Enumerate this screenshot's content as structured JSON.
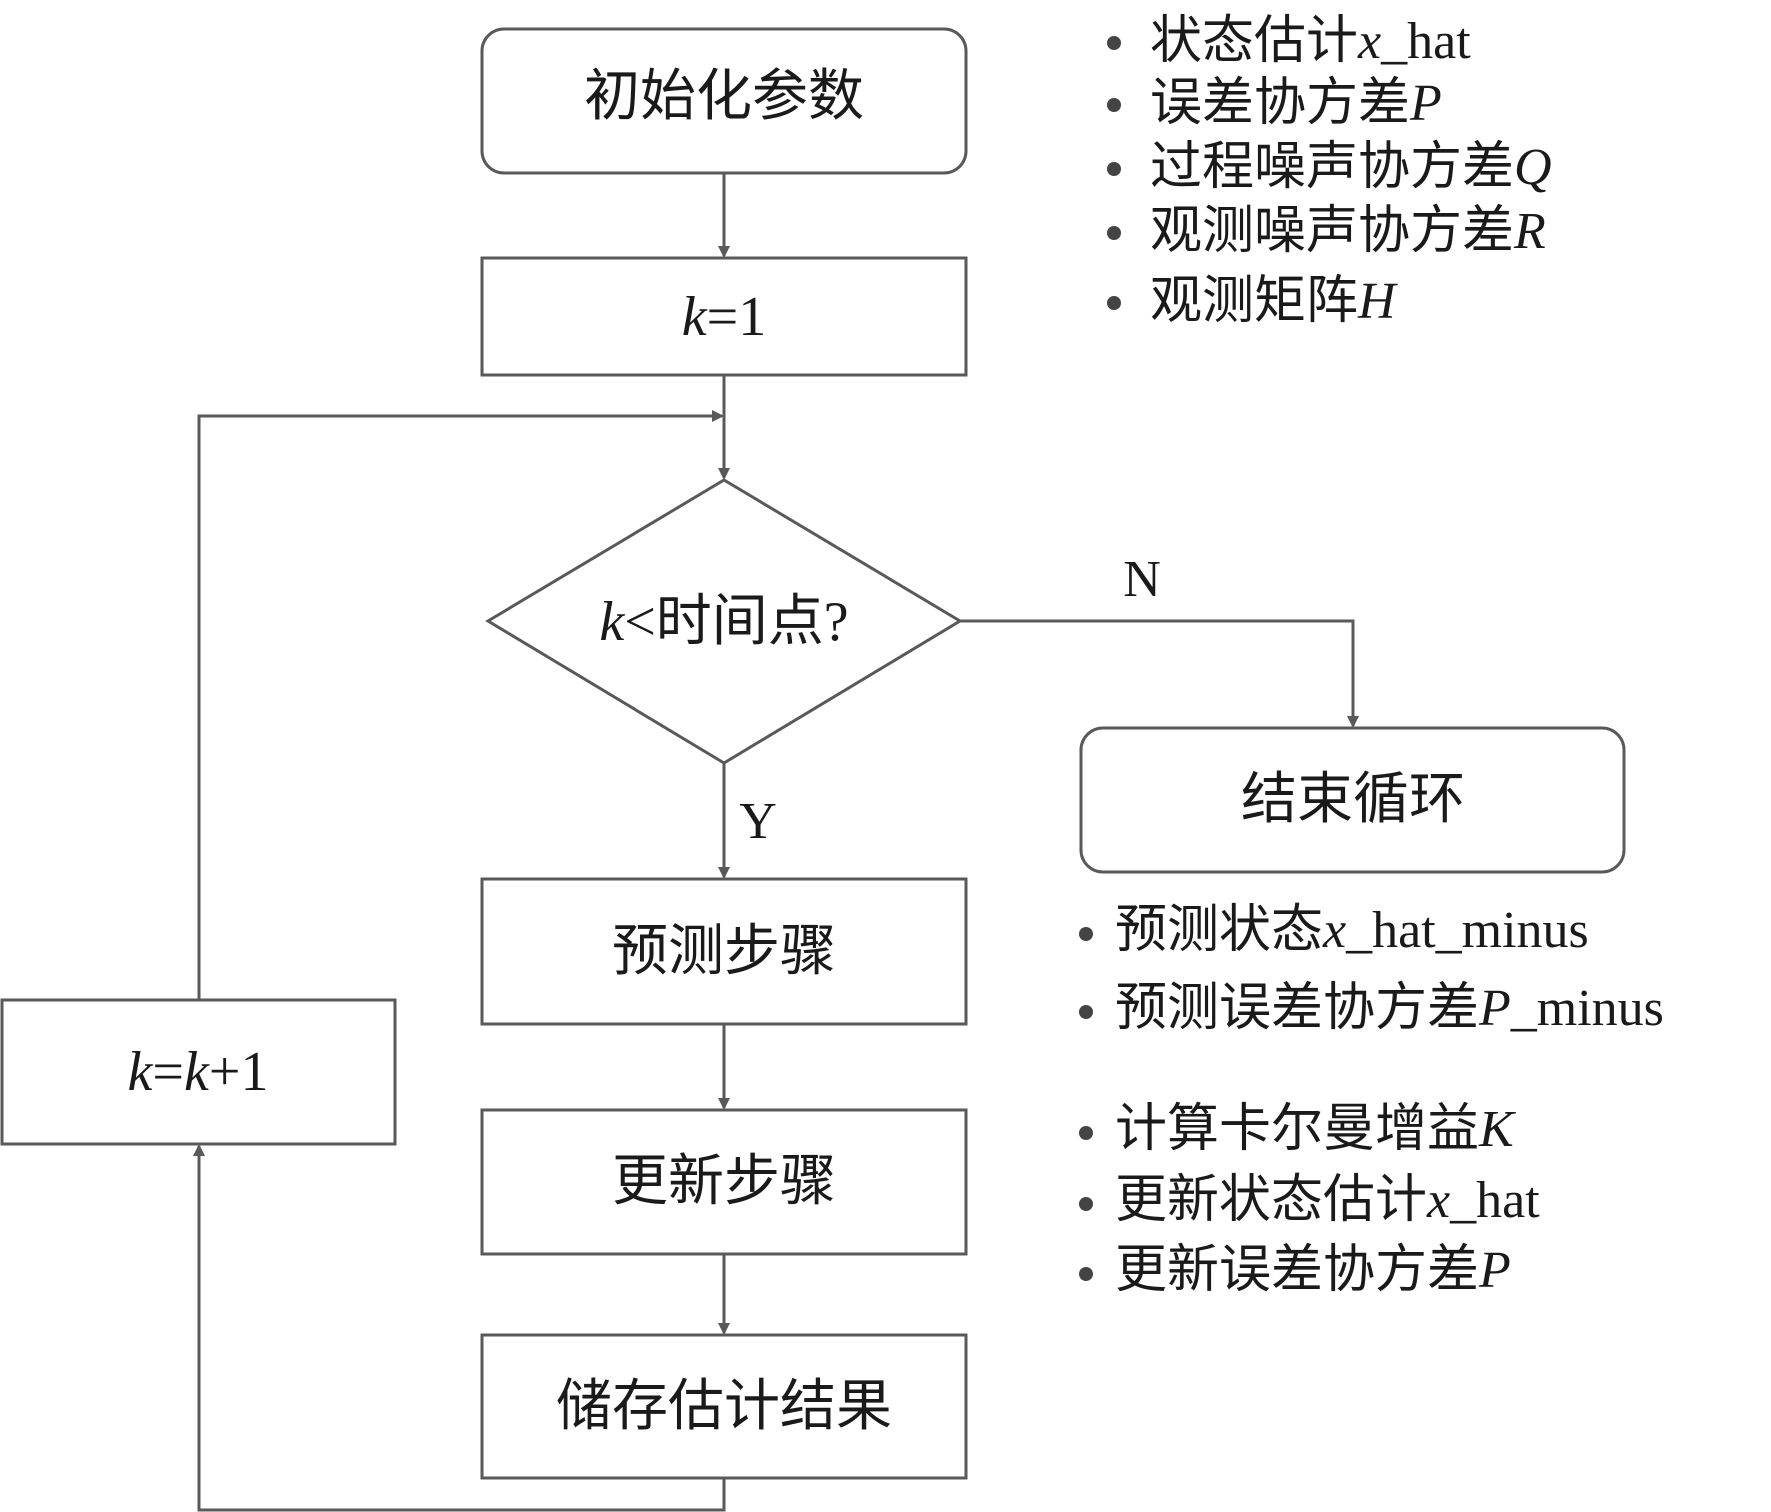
{
  "diagram": {
    "nodes": {
      "init": {
        "label": "初始化参数",
        "shape": "rounded-rect"
      },
      "k_init": {
        "label_var": "k",
        "label_rest": "=1",
        "shape": "rect"
      },
      "decision": {
        "label_var": "k",
        "label_rest": "<时间点?",
        "shape": "diamond"
      },
      "end_loop": {
        "label": "结束循环",
        "shape": "rounded-rect"
      },
      "predict": {
        "label": "预测步骤",
        "shape": "rect"
      },
      "update": {
        "label": "更新步骤",
        "shape": "rect"
      },
      "store": {
        "label": "储存估计结果",
        "shape": "rect"
      },
      "increment": {
        "label_var1": "k",
        "label_eq": "=",
        "label_var2": "k",
        "label_rest": "+1",
        "shape": "rect"
      }
    },
    "edge_labels": {
      "no": "N",
      "yes": "Y"
    },
    "edges": [
      {
        "from": "init",
        "to": "k_init"
      },
      {
        "from": "k_init",
        "to": "decision"
      },
      {
        "from": "decision",
        "to": "end_loop",
        "label": "N"
      },
      {
        "from": "decision",
        "to": "predict",
        "label": "Y"
      },
      {
        "from": "predict",
        "to": "update"
      },
      {
        "from": "update",
        "to": "store"
      },
      {
        "from": "store",
        "to": "increment"
      },
      {
        "from": "increment",
        "to": "decision"
      }
    ],
    "colors": {
      "stroke": "#595959",
      "text": "#1a1a1a",
      "background": "#ffffff"
    }
  },
  "annotations": {
    "init_params": [
      {
        "text": "状态估计",
        "var": "x",
        "suffix": "_hat"
      },
      {
        "text": "误差协方差",
        "var": "P",
        "suffix": ""
      },
      {
        "text": "过程噪声协方差",
        "var": "Q",
        "suffix": ""
      },
      {
        "text": "观测噪声协方差",
        "var": "R",
        "suffix": ""
      },
      {
        "text": "观测矩阵",
        "var": "H",
        "suffix": ""
      }
    ],
    "predict_step": [
      {
        "text": "预测状态",
        "var": "x",
        "suffix": "_hat_minus"
      },
      {
        "text": "预测误差协方差",
        "var": "P",
        "suffix": "_minus"
      }
    ],
    "update_step": [
      {
        "text": "计算卡尔曼增益",
        "var": "K",
        "suffix": ""
      },
      {
        "text": "更新状态估计",
        "var": "x",
        "suffix": "_hat"
      },
      {
        "text": "更新误差协方差",
        "var": "P",
        "suffix": ""
      }
    ]
  }
}
